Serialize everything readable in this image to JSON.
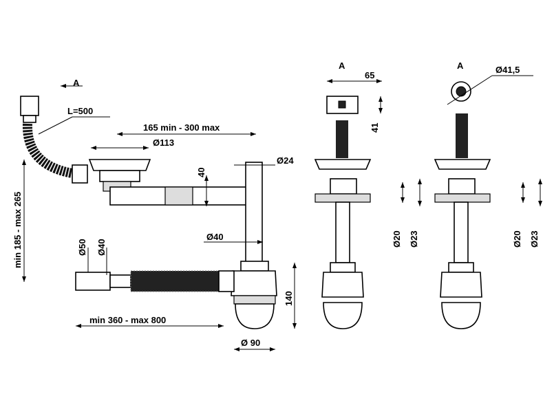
{
  "drawing": {
    "main_view": {
      "view_arrow_label": "A",
      "hose_length": "L=500",
      "horizontal_range": "165 min - 300 max",
      "strainer_diameter": "Ø113",
      "overflow_diameter": "Ø24",
      "pipe_offset": "40",
      "vertical_range": "min 185 - max 265",
      "outlet_diameter_50": "Ø50",
      "outlet_diameter_40": "Ø40",
      "vertical_pipe_diameter": "Ø40",
      "trap_height": "140",
      "outlet_range": "min 360 - max 800",
      "trap_diameter": "Ø 90"
    },
    "side_view_a": {
      "title": "A",
      "width": "65",
      "height": "41",
      "diameter_20": "Ø20",
      "diameter_23": "Ø23"
    },
    "side_view_b": {
      "title": "A",
      "round_diameter": "Ø41,5",
      "diameter_20": "Ø20",
      "diameter_23": "Ø23"
    }
  }
}
